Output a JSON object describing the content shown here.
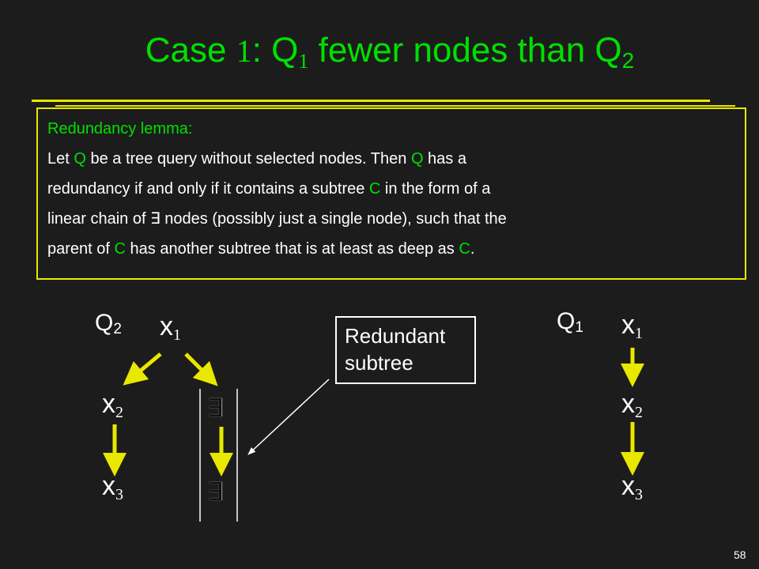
{
  "title": {
    "prefix": "Case ",
    "case_number": "1",
    "middle": ": Q",
    "q_left_sub": "1",
    "rest": " fewer nodes than Q",
    "q_right_sub": "2"
  },
  "lemma": {
    "heading": "Redundancy lemma:",
    "lines": [
      [
        {
          "text": "Let ",
          "g": false
        },
        {
          "text": "Q",
          "g": true
        },
        {
          "text": " be a tree query without selected nodes. Then ",
          "g": false
        },
        {
          "text": "Q",
          "g": true
        },
        {
          "text": " has a",
          "g": false
        }
      ],
      [
        {
          "text": "redundancy if and only if it contains a subtree ",
          "g": false
        },
        {
          "text": "C",
          "g": true
        },
        {
          "text": " in the form of a",
          "g": false
        }
      ],
      [
        {
          "text": "linear chain of ",
          "g": false
        },
        {
          "text": "∃",
          "g": false
        },
        {
          "text": " nodes (possibly just a single node), such that the",
          "g": false
        }
      ],
      [
        {
          "text": "parent of ",
          "g": false
        },
        {
          "text": "C",
          "g": true
        },
        {
          "text": " has another subtree that is at least as deep as ",
          "g": false
        },
        {
          "text": "C",
          "g": true
        },
        {
          "text": ".",
          "g": false
        }
      ]
    ]
  },
  "q2": {
    "label": "Q",
    "label_sub": "2",
    "root": {
      "text": "x",
      "sub": "1"
    },
    "left_child": {
      "text": "x",
      "sub": "2"
    },
    "left_grandchild": {
      "text": "x",
      "sub": "3"
    },
    "right_child": "∃",
    "right_grandchild": "∃"
  },
  "callout": {
    "line1": "Redundant",
    "line2": "subtree"
  },
  "q1": {
    "label": "Q",
    "label_sub": "1",
    "n1": {
      "text": "x",
      "sub": "1"
    },
    "n2": {
      "text": "x",
      "sub": "2"
    },
    "n3": {
      "text": "x",
      "sub": "3"
    }
  },
  "page_number": "58",
  "colors": {
    "background": "#1c1c1c",
    "title": "#00e000",
    "accent_yellow": "#e8e800",
    "text": "#ffffff"
  }
}
